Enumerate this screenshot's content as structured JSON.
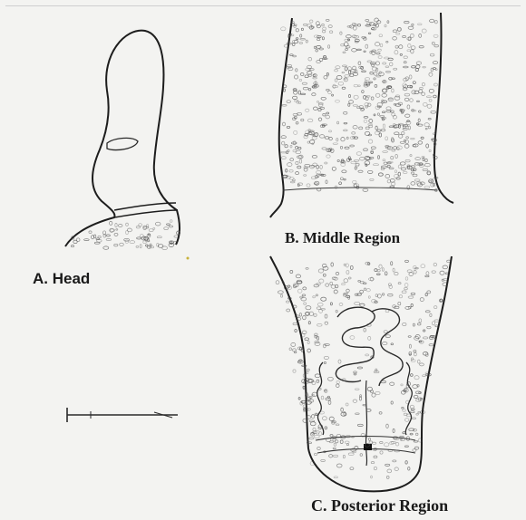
{
  "figure": {
    "panels": [
      {
        "id": "A",
        "label": "A. Head"
      },
      {
        "id": "B",
        "label": "B. Middle Region"
      },
      {
        "id": "C",
        "label": "C. Posterior Region"
      }
    ]
  },
  "colors": {
    "ink": "#1d1d1d",
    "stipple": "#4a4a4a",
    "paper": "#f3f3f1"
  },
  "icons": [
    "scale-bar-icon"
  ]
}
